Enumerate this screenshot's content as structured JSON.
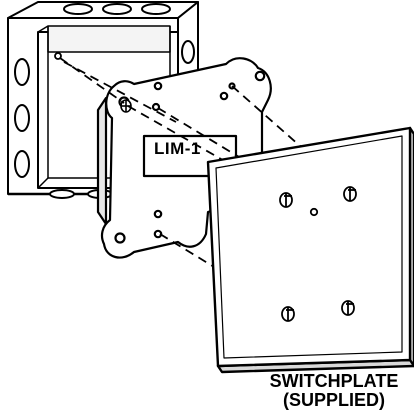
{
  "diagram": {
    "module_label": "LIM-1",
    "plate_label_line1": "SWITCHPLATE",
    "plate_label_line2": "(SUPPLIED)"
  },
  "colors": {
    "ink": "#000000",
    "paper": "#ffffff",
    "shadow": "#d9d9d9"
  }
}
